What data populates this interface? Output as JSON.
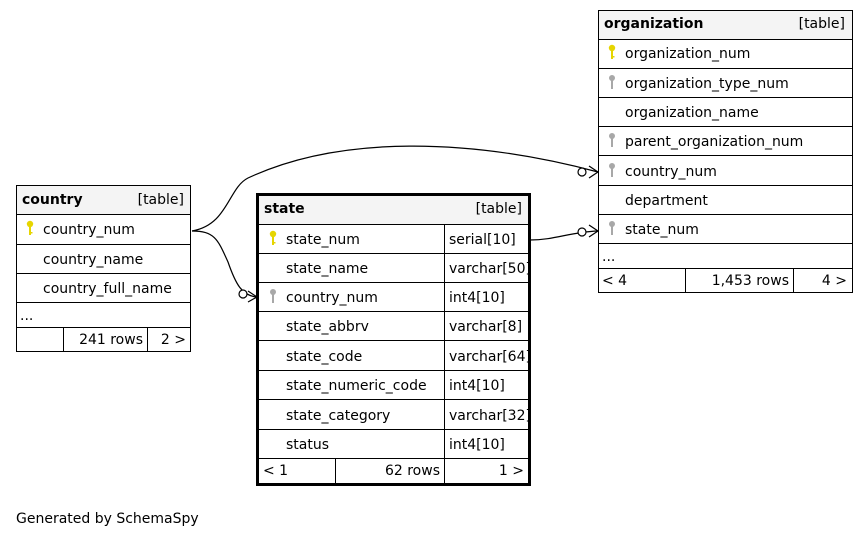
{
  "tables": [
    {
      "name": "country",
      "type_label": "[table]",
      "columns": [
        {
          "name": "country_num",
          "key": "primary"
        },
        {
          "name": "country_name",
          "key": "none"
        },
        {
          "name": "country_full_name",
          "key": "none"
        }
      ],
      "ellipsis": "...",
      "footer": {
        "left": "",
        "rows": "241 rows",
        "right": "2 >"
      }
    },
    {
      "name": "state",
      "type_label": "[table]",
      "columns": [
        {
          "name": "state_num",
          "type": "serial[10]",
          "key": "primary"
        },
        {
          "name": "state_name",
          "type": "varchar[50]",
          "key": "none"
        },
        {
          "name": "country_num",
          "type": "int4[10]",
          "key": "foreign"
        },
        {
          "name": "state_abbrv",
          "type": "varchar[8]",
          "key": "none"
        },
        {
          "name": "state_code",
          "type": "varchar[64]",
          "key": "none"
        },
        {
          "name": "state_numeric_code",
          "type": "int4[10]",
          "key": "none"
        },
        {
          "name": "state_category",
          "type": "varchar[32]",
          "key": "none"
        },
        {
          "name": "status",
          "type": "int4[10]",
          "key": "none"
        }
      ],
      "footer": {
        "left": "< 1",
        "rows": "62 rows",
        "right": "1 >"
      }
    },
    {
      "name": "organization",
      "type_label": "[table]",
      "columns": [
        {
          "name": "organization_num",
          "key": "primary"
        },
        {
          "name": "organization_type_num",
          "key": "foreign"
        },
        {
          "name": "organization_name",
          "key": "none"
        },
        {
          "name": "parent_organization_num",
          "key": "foreign"
        },
        {
          "name": "country_num",
          "key": "foreign"
        },
        {
          "name": "department",
          "key": "none"
        },
        {
          "name": "state_num",
          "key": "foreign"
        }
      ],
      "ellipsis": "...",
      "footer": {
        "left": "< 4",
        "rows": "1,453 rows",
        "right": "4 >"
      }
    }
  ],
  "colors": {
    "primary_key": "#e6d500",
    "foreign_key": "#a8a8a8",
    "header_bg": "#f4f4f4"
  },
  "icons": {
    "primary_key": "key-icon",
    "foreign_key": "foreign-key-icon"
  },
  "footer_text": "Generated by SchemaSpy"
}
